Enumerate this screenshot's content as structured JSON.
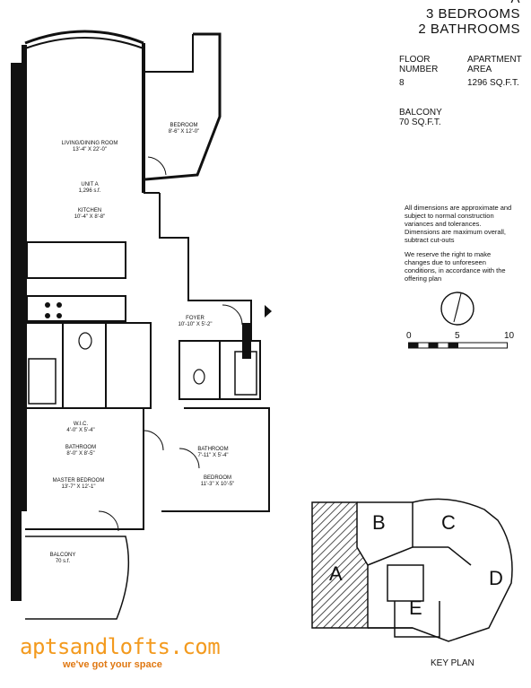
{
  "header": {
    "unit_letter": "A",
    "bedrooms": "3 BEDROOMS",
    "bathrooms": "2 BATHROOMS"
  },
  "specs": {
    "floor_label_1": "FLOOR",
    "floor_label_2": "NUMBER",
    "floor_value": "8",
    "area_label_1": "APARTMENT",
    "area_label_2": "AREA",
    "area_value": "1296 SQ.F.T.",
    "balcony_label": "BALCONY",
    "balcony_value": "70 SQ.F.T."
  },
  "notes": {
    "dimensions": "All dimensions are approximate and subject to normal construction variances and tolerances. Dimensions are maximum overall, subtract cut-outs",
    "rights": "We reserve the right to make changes due to unforeseen conditions, in accordance with the offering plan"
  },
  "scale": {
    "ticks": [
      "0",
      "5",
      "10"
    ]
  },
  "plan": {
    "unit_label": "UNIT A",
    "unit_area": "1,296 s.f.",
    "rooms": [
      {
        "name": "LIVING/DINING ROOM",
        "dims": "13'-4\" X 22'-0\""
      },
      {
        "name": "BEDROOM",
        "dims": "8'-6\" X 12'-0\""
      },
      {
        "name": "KITCHEN",
        "dims": "10'-4\" X 8'-8\""
      },
      {
        "name": "FOYER",
        "dims": "10'-10\" X 5'-2\""
      },
      {
        "name": "W.I.C.",
        "dims": "4'-0\" X 5'-4\""
      },
      {
        "name": "BATHROOM",
        "dims": "8'-0\" X 8'-5\""
      },
      {
        "name": "MASTER BEDROOM",
        "dims": "13'-7\" X 12'-1\""
      },
      {
        "name": "BATHROOM",
        "dims": "7'-11\" X 5'-4\""
      },
      {
        "name": "BEDROOM",
        "dims": "11'-3\" X 10'-5\""
      },
      {
        "name": "BALCONY",
        "dims": "70 s.f."
      }
    ]
  },
  "key_plan": {
    "title": "KEY PLAN",
    "units": [
      "A",
      "B",
      "C",
      "D",
      "E"
    ]
  },
  "brand": {
    "name": "aptsandlofts.com",
    "tagline": "we've got your space",
    "color": "#f39a1e"
  }
}
